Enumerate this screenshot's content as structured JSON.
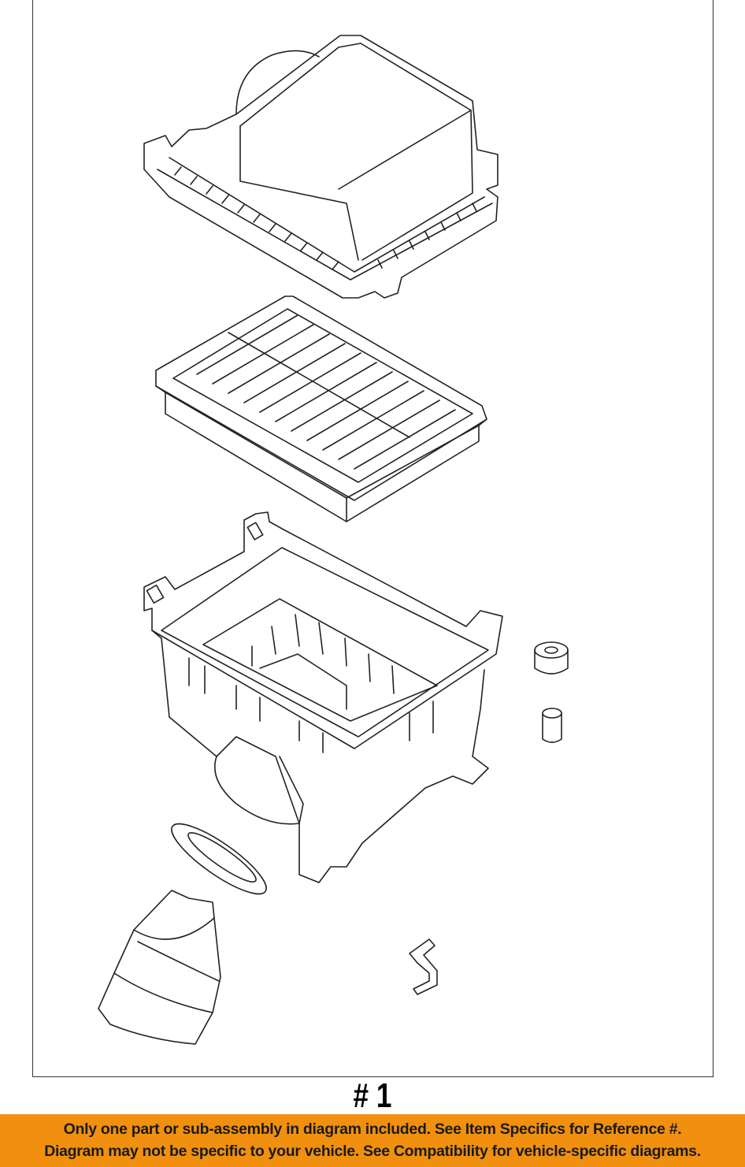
{
  "diagram": {
    "parts": [
      "air-cleaner-cover",
      "air-filter-element",
      "air-cleaner-lower-housing",
      "grommet",
      "bushing",
      "seal-ring",
      "intake-duct",
      "clip"
    ]
  },
  "reference_label": "# 1",
  "notice": {
    "line1": "Only one part or sub-assembly in diagram included. See Item Specifics for Reference #.",
    "line2": "Diagram may not be specific to your vehicle. See Compatibility for vehicle-specific diagrams.",
    "background": "#f0900e"
  }
}
